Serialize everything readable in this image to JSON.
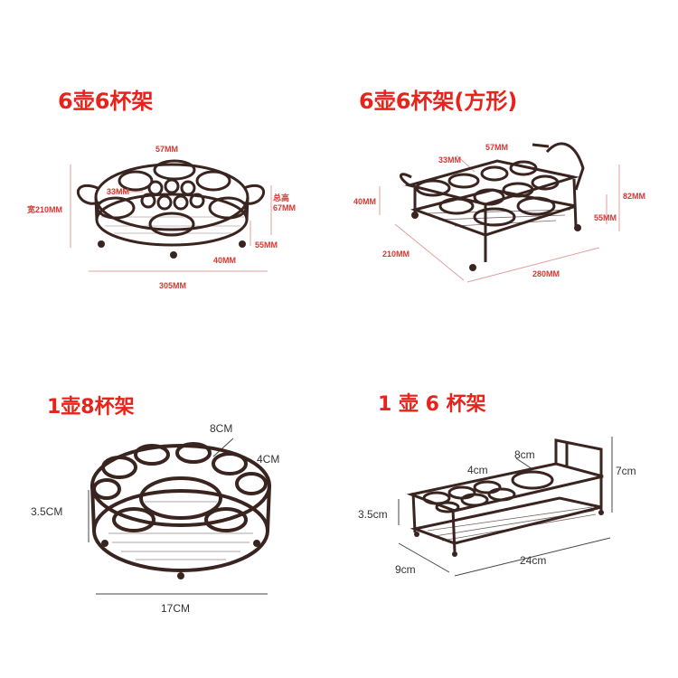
{
  "panels": {
    "tl": {
      "title": "6壶6杯架",
      "labels": {
        "cup_width": "57MM",
        "small_ring": "33MM",
        "width": "宽210MM",
        "total_height_a": "总高",
        "total_height_b": "67MM",
        "mid_height": "55MM",
        "foot": "40MM",
        "length": "305MM"
      }
    },
    "tr": {
      "title": "6壶6杯架(方形)",
      "labels": {
        "cup_width": "57MM",
        "small_ring": "33MM",
        "left_height": "40MM",
        "height": "82MM",
        "mid_height": "55MM",
        "depth": "210MM",
        "length": "280MM"
      }
    },
    "bl": {
      "title": "1壶8杯架",
      "labels": {
        "big_ring": "8CM",
        "small_ring": "4CM",
        "height": "3.5CM",
        "diameter": "17CM"
      }
    },
    "br": {
      "title": "1 壶 6 杯架",
      "labels": {
        "big_ring": "8cm",
        "small_ring": "4cm",
        "total_height": "7cm",
        "height": "3.5cm",
        "depth": "9cm",
        "length": "24cm"
      }
    }
  },
  "colors": {
    "title": "#e8231b",
    "wire": "#3a2420",
    "dim_red": "#d23a34",
    "dim_dark": "#333333"
  }
}
